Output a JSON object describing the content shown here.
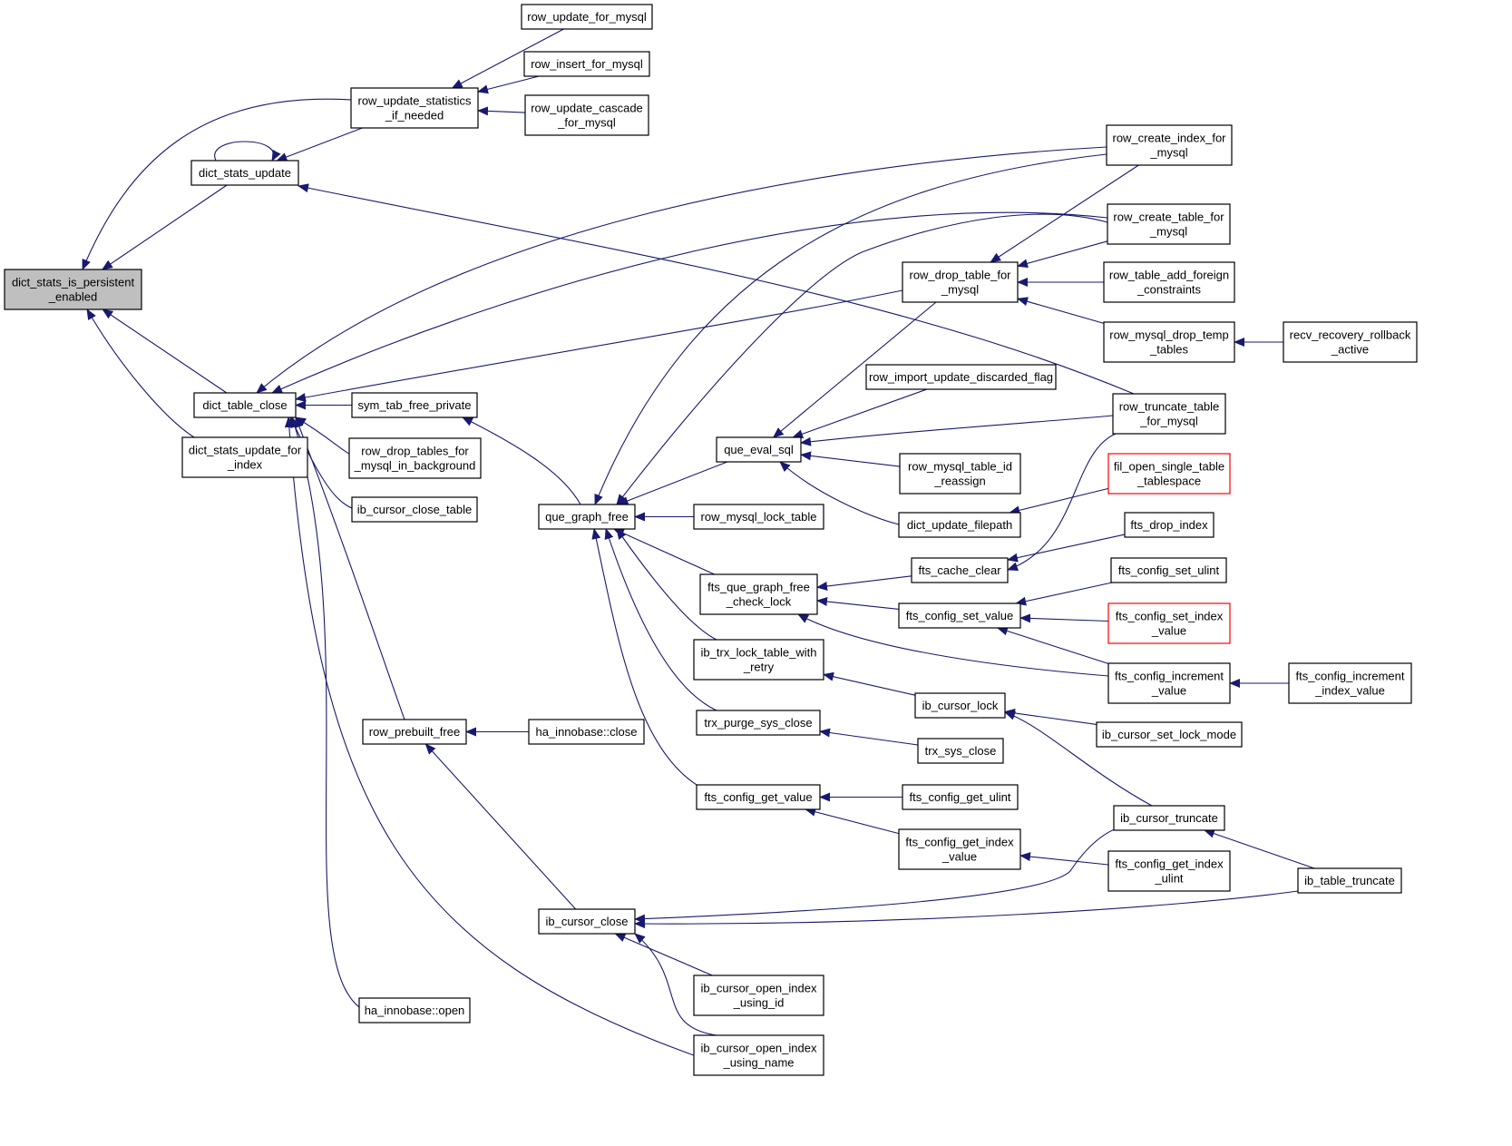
{
  "colors": {
    "edge": "#191970",
    "node_border": "#000000",
    "node_fill": "#ffffff",
    "focus_fill": "#bfbfbf",
    "truncated_border": "#ff0000"
  },
  "nodes": [
    {
      "id": "dspe",
      "lines": [
        "dict_stats_is_persistent",
        "_enabled"
      ],
      "style": "focus"
    },
    {
      "id": "dsu",
      "lines": [
        "dict_stats_update"
      ]
    },
    {
      "id": "dsufi",
      "lines": [
        "dict_stats_update_for",
        "_index"
      ]
    },
    {
      "id": "dtc",
      "lines": [
        "dict_table_close"
      ]
    },
    {
      "id": "rusin",
      "lines": [
        "row_update_statistics",
        "_if_needed"
      ]
    },
    {
      "id": "rufm",
      "lines": [
        "row_update_for_mysql"
      ]
    },
    {
      "id": "rifm",
      "lines": [
        "row_insert_for_mysql"
      ]
    },
    {
      "id": "rucfm",
      "lines": [
        "row_update_cascade",
        "_for_mysql"
      ]
    },
    {
      "id": "stfp",
      "lines": [
        "sym_tab_free_private"
      ]
    },
    {
      "id": "rdtfmib",
      "lines": [
        "row_drop_tables_for",
        "_mysql_in_background"
      ]
    },
    {
      "id": "icct",
      "lines": [
        "ib_cursor_close_table"
      ]
    },
    {
      "id": "rpf",
      "lines": [
        "row_prebuilt_free"
      ]
    },
    {
      "id": "hio",
      "lines": [
        "ha_innobase::open"
      ]
    },
    {
      "id": "hic",
      "lines": [
        "ha_innobase::close"
      ]
    },
    {
      "id": "qgf",
      "lines": [
        "que_graph_free"
      ]
    },
    {
      "id": "icc",
      "lines": [
        "ib_cursor_close"
      ]
    },
    {
      "id": "qes",
      "lines": [
        "que_eval_sql"
      ]
    },
    {
      "id": "rmlt",
      "lines": [
        "row_mysql_lock_table"
      ]
    },
    {
      "id": "fqgfcl",
      "lines": [
        "fts_que_graph_free",
        "_check_lock"
      ]
    },
    {
      "id": "itltwr",
      "lines": [
        "ib_trx_lock_table_with",
        "_retry"
      ]
    },
    {
      "id": "tpsc",
      "lines": [
        "trx_purge_sys_close"
      ]
    },
    {
      "id": "fcgv",
      "lines": [
        "fts_config_get_value"
      ]
    },
    {
      "id": "icoiui",
      "lines": [
        "ib_cursor_open_index",
        "_using_id"
      ]
    },
    {
      "id": "icoiun",
      "lines": [
        "ib_cursor_open_index",
        "_using_name"
      ]
    },
    {
      "id": "rdtfm",
      "lines": [
        "row_drop_table_for",
        "_mysql"
      ]
    },
    {
      "id": "riudf",
      "lines": [
        "row_import_update_discarded_flag"
      ]
    },
    {
      "id": "rmtir",
      "lines": [
        "row_mysql_table_id",
        "_reassign"
      ]
    },
    {
      "id": "duf",
      "lines": [
        "dict_update_filepath"
      ]
    },
    {
      "id": "fcc",
      "lines": [
        "fts_cache_clear"
      ]
    },
    {
      "id": "fcsv",
      "lines": [
        "fts_config_set_value"
      ]
    },
    {
      "id": "icl",
      "lines": [
        "ib_cursor_lock"
      ]
    },
    {
      "id": "tsc",
      "lines": [
        "trx_sys_close"
      ]
    },
    {
      "id": "fcgu",
      "lines": [
        "fts_config_get_ulint"
      ]
    },
    {
      "id": "fcgiv",
      "lines": [
        "fts_config_get_index",
        "_value"
      ]
    },
    {
      "id": "rcifm",
      "lines": [
        "row_create_index_for",
        "_mysql"
      ]
    },
    {
      "id": "rctfm",
      "lines": [
        "row_create_table_for",
        "_mysql"
      ]
    },
    {
      "id": "rtafc",
      "lines": [
        "row_table_add_foreign",
        "_constraints"
      ]
    },
    {
      "id": "rmdtt",
      "lines": [
        "row_mysql_drop_temp",
        "_tables"
      ]
    },
    {
      "id": "rttfm",
      "lines": [
        "row_truncate_table",
        "_for_mysql"
      ]
    },
    {
      "id": "fosts",
      "lines": [
        "fil_open_single_table",
        "_tablespace"
      ],
      "style": "truncated"
    },
    {
      "id": "fdi",
      "lines": [
        "fts_drop_index"
      ]
    },
    {
      "id": "fcsu",
      "lines": [
        "fts_config_set_ulint"
      ]
    },
    {
      "id": "fcsiv",
      "lines": [
        "fts_config_set_index",
        "_value"
      ],
      "style": "truncated"
    },
    {
      "id": "fciv",
      "lines": [
        "fts_config_increment",
        "_value"
      ]
    },
    {
      "id": "icslm",
      "lines": [
        "ib_cursor_set_lock_mode"
      ]
    },
    {
      "id": "ict",
      "lines": [
        "ib_cursor_truncate"
      ]
    },
    {
      "id": "fcgiu",
      "lines": [
        "fts_config_get_index",
        "_ulint"
      ]
    },
    {
      "id": "rrra",
      "lines": [
        "recv_recovery_rollback",
        "_active"
      ]
    },
    {
      "id": "fciiv",
      "lines": [
        "fts_config_increment",
        "_index_value"
      ]
    },
    {
      "id": "itt",
      "lines": [
        "ib_table_truncate"
      ]
    }
  ],
  "edges": [
    [
      "dspe",
      "rusin"
    ],
    [
      "dspe",
      "dsu"
    ],
    [
      "dspe",
      "dtc"
    ],
    [
      "dspe",
      "dsufi"
    ],
    [
      "dsu",
      "dsu"
    ],
    [
      "dsu",
      "rusin"
    ],
    [
      "dsu",
      "rttfm"
    ],
    [
      "rusin",
      "rufm"
    ],
    [
      "rusin",
      "rifm"
    ],
    [
      "rusin",
      "rucfm"
    ],
    [
      "dtc",
      "rcifm"
    ],
    [
      "dtc",
      "rctfm"
    ],
    [
      "dtc",
      "rdtfm"
    ],
    [
      "dtc",
      "stfp"
    ],
    [
      "dtc",
      "rdtfmib"
    ],
    [
      "dtc",
      "icct"
    ],
    [
      "dtc",
      "rpf"
    ],
    [
      "dtc",
      "hio"
    ],
    [
      "dtc",
      "icoiun"
    ],
    [
      "stfp",
      "qgf"
    ],
    [
      "rpf",
      "hic"
    ],
    [
      "rpf",
      "icc"
    ],
    [
      "qgf",
      "rcifm"
    ],
    [
      "qgf",
      "rctfm"
    ],
    [
      "qgf",
      "qes"
    ],
    [
      "qgf",
      "rmlt"
    ],
    [
      "qgf",
      "fqgfcl"
    ],
    [
      "qgf",
      "itltwr"
    ],
    [
      "qgf",
      "tpsc"
    ],
    [
      "qgf",
      "fcgv"
    ],
    [
      "qes",
      "rdtfm"
    ],
    [
      "qes",
      "riudf"
    ],
    [
      "qes",
      "rttfm"
    ],
    [
      "qes",
      "rmtir"
    ],
    [
      "qes",
      "duf"
    ],
    [
      "rdtfm",
      "rcifm"
    ],
    [
      "rdtfm",
      "rctfm"
    ],
    [
      "rdtfm",
      "rtafc"
    ],
    [
      "rdtfm",
      "rmdtt"
    ],
    [
      "rmdtt",
      "rrra"
    ],
    [
      "duf",
      "fosts"
    ],
    [
      "fqgfcl",
      "fcc"
    ],
    [
      "fqgfcl",
      "fcsv"
    ],
    [
      "fqgfcl",
      "fciv"
    ],
    [
      "fcc",
      "rttfm"
    ],
    [
      "fcc",
      "fdi"
    ],
    [
      "fcsv",
      "fcsu"
    ],
    [
      "fcsv",
      "fcsiv"
    ],
    [
      "fcsv",
      "fciv"
    ],
    [
      "fciv",
      "fciiv"
    ],
    [
      "itltwr",
      "icl"
    ],
    [
      "icl",
      "icslm"
    ],
    [
      "icl",
      "ict"
    ],
    [
      "tpsc",
      "tsc"
    ],
    [
      "fcgv",
      "fcgu"
    ],
    [
      "fcgv",
      "fcgiv"
    ],
    [
      "fcgiv",
      "fcgiu"
    ],
    [
      "icc",
      "ict"
    ],
    [
      "icc",
      "itt"
    ],
    [
      "icc",
      "icoiui"
    ],
    [
      "icc",
      "icoiun"
    ],
    [
      "ict",
      "itt"
    ]
  ]
}
